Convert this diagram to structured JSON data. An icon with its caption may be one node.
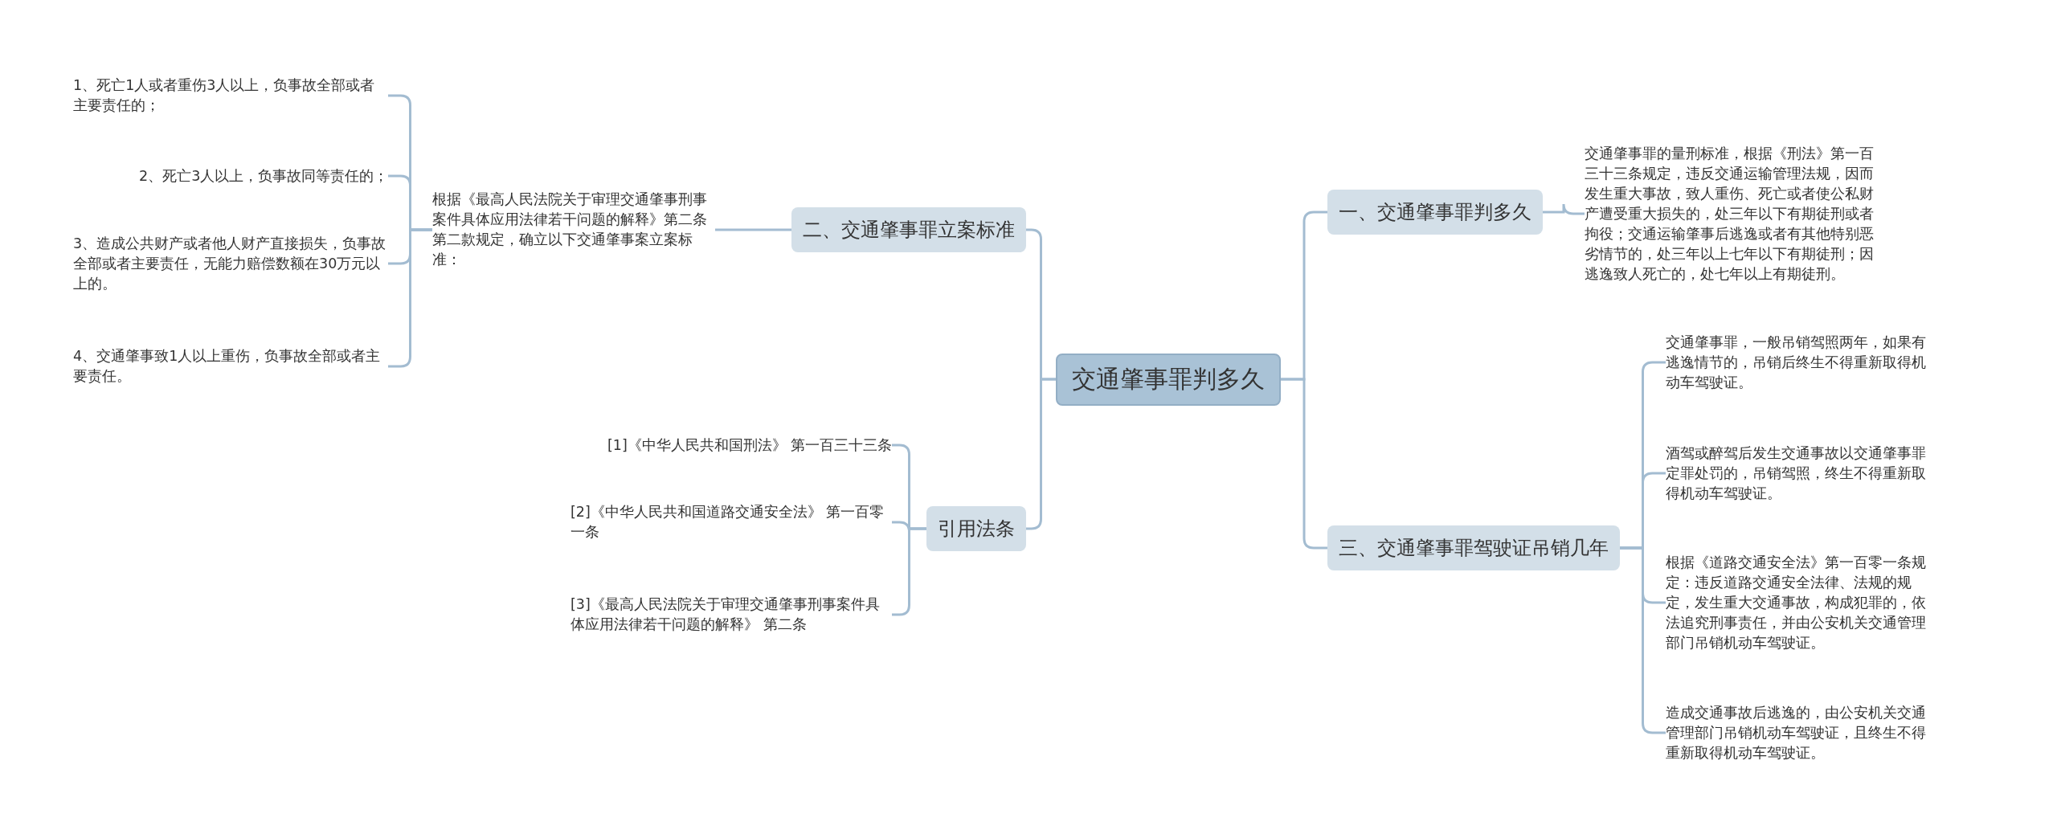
{
  "diagram": {
    "nodes": [
      {
        "text": [
          "交通肇事罪判多久"
        ]
      },
      {
        "text": [
          "一、交通肇事罪判多久"
        ]
      },
      {
        "text": [
          "交通肇事罪的量刑标准，根据《刑法》第一百三十三条规定，违反交通运输管理法规，因而发生重大事故，致人重伤、死亡或者使公私财产遭受重大损失的，处三年以下有期徒刑或者拘役；交通运输肇事后逃逸或者有其他特别恶劣情节的，处三年以上七年以下有期徒刑；因逃逸致人死亡的，处七年以上有期徒刑。"
        ]
      },
      {
        "text": [
          "三、交通肇事罪驾驶证吊销几年"
        ]
      },
      {
        "text": [
          "交通肇事罪，一般吊销驾照两年，如果有逃逸情节的，吊销后终生不得重新取得机动车驾驶证。"
        ]
      },
      {
        "text": [
          "酒驾或醉驾后发生交通事故以交通肇事罪定罪处罚的，吊销驾照，终生不得重新取得机动车驾驶证。"
        ]
      },
      {
        "text": [
          "根据《道路交通安全法》第一百零一条规定：违反道路交通安全法律、法规的规定，发生重大交通事故，构成犯罪的，依法追究刑事责任，并由公安机关交通管理部门吊销机动车驾驶证。"
        ]
      },
      {
        "text": [
          "造成交通事故后逃逸的，由公安机关交通管理部门吊销机动车驾驶证，且终生不得重新取得机动车驾驶证。"
        ]
      },
      {
        "text": [
          "二、交通肇事罪立案标准"
        ]
      },
      {
        "text": [
          "根据《最高人民法院关于审理交通肇事刑事案件具体应用法律若干问题的解释》第二条第二款规定，确立以下交通肇事案立案标准："
        ]
      },
      {
        "text": [
          "1、死亡1人或者重伤3人以上，负事故全部或者主要责任的；"
        ]
      },
      {
        "text": [
          "2、死亡3人以上，负事故同等责任的；"
        ]
      },
      {
        "text": [
          "3、造成公共财产或者他人财产直接损失，负事故全部或者主要责任，无能力赔偿数额在30万元以上的。"
        ]
      },
      {
        "text": [
          "4、交通肇事致1人以上重伤，负事故全部或者主要责任。"
        ]
      },
      {
        "text": [
          "引用法条"
        ]
      },
      {
        "text": [
          "[1]《中华人民共和国刑法》 第一百三十三条"
        ]
      },
      {
        "text": [
          "[2]《中华人民共和国道路交通安全法》 第一百零一条"
        ]
      },
      {
        "text": [
          "[3]《最高人民法院关于审理交通肇事刑事案件具体应用法律若干问题的解释》 第二条"
        ]
      }
    ],
    "edges": [
      {
        "from": 0,
        "to": 1,
        "arrow": "none"
      },
      {
        "from": 1,
        "to": 2,
        "arrow": "none"
      },
      {
        "from": 0,
        "to": 3,
        "arrow": "none"
      },
      {
        "from": 3,
        "to": 4,
        "arrow": "none"
      },
      {
        "from": 3,
        "to": 5,
        "arrow": "none"
      },
      {
        "from": 3,
        "to": 6,
        "arrow": "none"
      },
      {
        "from": 3,
        "to": 7,
        "arrow": "none"
      },
      {
        "from": 0,
        "to": 8,
        "arrow": "none"
      },
      {
        "from": 8,
        "to": 9,
        "arrow": "none"
      },
      {
        "from": 9,
        "to": 10,
        "arrow": "none"
      },
      {
        "from": 9,
        "to": 11,
        "arrow": "none"
      },
      {
        "from": 9,
        "to": 12,
        "arrow": "none"
      },
      {
        "from": 9,
        "to": 13,
        "arrow": "none"
      },
      {
        "from": 0,
        "to": 14,
        "arrow": "none"
      },
      {
        "from": 14,
        "to": 15,
        "arrow": "none"
      },
      {
        "from": 14,
        "to": 16,
        "arrow": "none"
      },
      {
        "from": 14,
        "to": 17,
        "arrow": "none"
      }
    ]
  }
}
